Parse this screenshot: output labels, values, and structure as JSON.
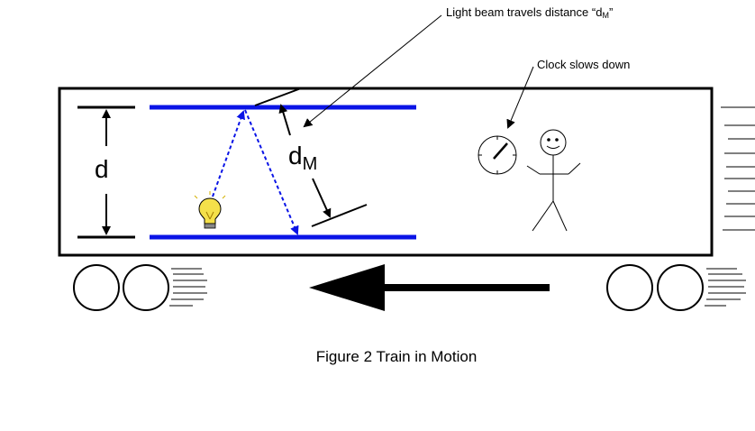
{
  "labels": {
    "beam_prefix": "Light beam travels distance “d",
    "beam_sub": "M",
    "beam_suffix": "”",
    "clock": "Clock slows down",
    "d": "d",
    "dm_main": "d",
    "dm_sub": "M",
    "caption": "Figure 2  Train in Motion"
  },
  "colors": {
    "mirror": "#0a14e6",
    "beam": "#0a14e6",
    "outline": "#000000",
    "bulb": "#f4e04a"
  },
  "icons": {
    "light_source": "light-bulb-icon",
    "clock": "clock-icon",
    "observer": "stick-figure-icon",
    "direction": "left-arrow-icon"
  }
}
